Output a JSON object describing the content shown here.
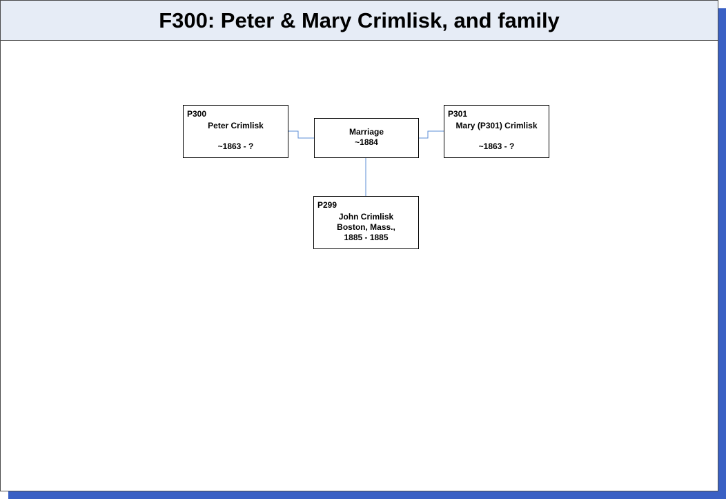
{
  "title": "F300: Peter & Mary Crimlisk, and family",
  "colors": {
    "title_background": "#e6ecf6",
    "shadow": "#3a60c4",
    "connector": "#5b8ed6",
    "border": "#000000"
  },
  "husband": {
    "id": "P300",
    "name": "Peter Crimlisk",
    "place": "",
    "dates": "~1863 - ?"
  },
  "marriage": {
    "label": "Marriage",
    "date": "~1884"
  },
  "wife": {
    "id": "P301",
    "name": "Mary (P301) Crimlisk",
    "place": "",
    "dates": "~1863 - ?"
  },
  "children": [
    {
      "id": "P299",
      "name": "John Crimlisk",
      "place": "Boston, Mass.,",
      "dates": "1885 - 1885"
    }
  ]
}
